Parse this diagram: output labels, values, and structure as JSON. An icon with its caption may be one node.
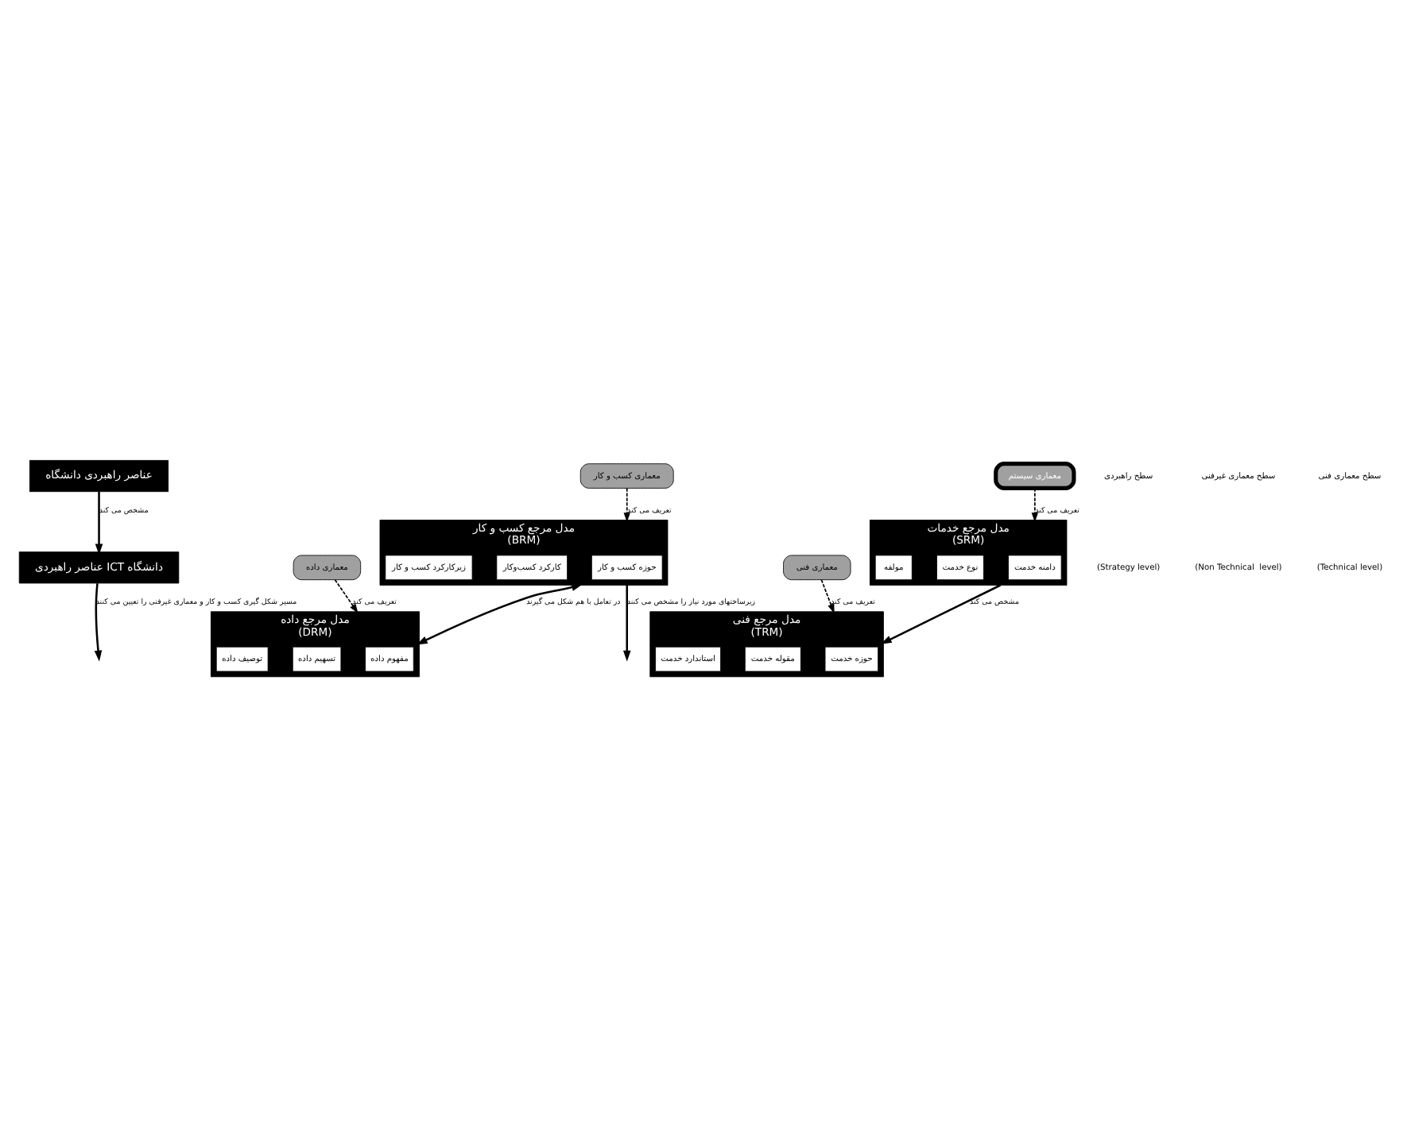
{
  "diagram": {
    "nodes": [
      {
        "text": [
          "عناصر راهبردی دانشگاه"
        ]
      },
      {
        "text": [
          "عناصر راهبردی ICT دانشگاه"
        ]
      },
      {
        "text": [
          "مدل مرجع کسب و کار",
          "(BRM)"
        ]
      },
      {
        "text": [
          "حوزه کسب و کار"
        ],
        "in": 2
      },
      {
        "text": [
          "کارکرد کسب‌وکار"
        ],
        "in": 2
      },
      {
        "text": [
          "زیرکارکرد کسب و کار"
        ],
        "in": 2
      },
      {
        "text": [
          "مدل مرجع داده",
          "(DRM)"
        ]
      },
      {
        "text": [
          "مفهوم داده"
        ],
        "in": 6
      },
      {
        "text": [
          "تسهیم داده"
        ],
        "in": 6
      },
      {
        "text": [
          "توصیف داده"
        ],
        "in": 6
      },
      {
        "text": [
          "مدل مرجع خدمات",
          "(SRM)"
        ]
      },
      {
        "text": [
          "دامنه خدمت"
        ],
        "in": 10
      },
      {
        "text": [
          "نوع خدمت"
        ],
        "in": 10
      },
      {
        "text": [
          "مولفه"
        ],
        "in": 10
      },
      {
        "text": [
          "مدل مرجع فنی",
          "(TRM)"
        ]
      },
      {
        "text": [
          "حوزه خدمت"
        ],
        "in": 14
      },
      {
        "text": [
          "مقوله خدمت"
        ],
        "in": 14
      },
      {
        "text": [
          "استاندارد خدمت"
        ],
        "in": 14
      },
      {
        "text": [
          "معماری کسب و کار"
        ]
      },
      {
        "text": [
          "معماری داده"
        ]
      },
      {
        "text": [
          "معماری سیستم"
        ]
      },
      {
        "text": [
          "معماری فنی"
        ]
      }
    ],
    "edges": [
      {
        "from": 0,
        "to": 1,
        "arrow": "to",
        "label": "مشخص می کند"
      },
      {
        "from": 1,
        "to": null,
        "arrow": "to",
        "label": "مسیر شکل گیری کسب و کار و معماری غیرفنی را تعیین می کنند"
      },
      {
        "from": 2,
        "to": 6,
        "arrow": "both",
        "label": "در تعامل با هم شکل می گیرند"
      },
      {
        "from": 18,
        "to": 2,
        "arrow": "to",
        "label": "تعریف می کند",
        "style": "dashed"
      },
      {
        "from": 19,
        "to": 6,
        "arrow": "to",
        "label": "تعریف می کند",
        "style": "dashed"
      },
      {
        "from": 2,
        "to": null,
        "arrow": "to",
        "label": "زیرساختهای مورد نیاز را مشخص می کنند"
      },
      {
        "from": 10,
        "to": 14,
        "arrow": "to",
        "label": "مشخص می کند"
      },
      {
        "from": 20,
        "to": 10,
        "arrow": "to",
        "label": "تعریف می کند",
        "style": "dashed"
      },
      {
        "from": 21,
        "to": 14,
        "arrow": "to",
        "label": "تعریف می کند",
        "style": "dashed"
      }
    ],
    "labels": [
      "سطح راهبردی",
      "(Strategy level)",
      "سطح معماری غیرفنی",
      "(Non Technical  level)",
      "سطح معماری فنی",
      "(Technical level)"
    ]
  }
}
